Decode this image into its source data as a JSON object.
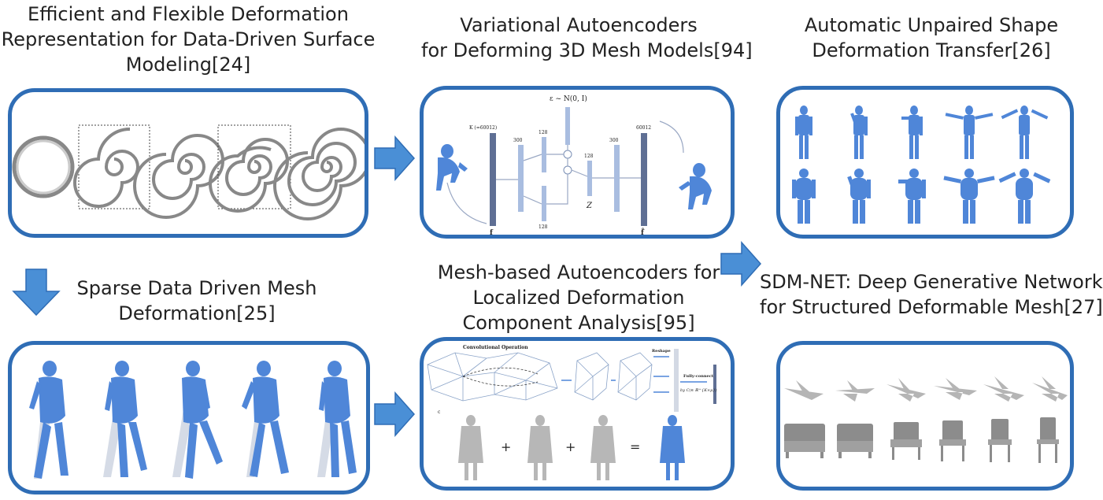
{
  "diagram": {
    "colors": {
      "panel_border": "#2f6db5",
      "arrow_fill": "#4a8fd6",
      "arrow_stroke": "#2f6db5",
      "mesh_blue": "#4f86d8"
    },
    "panels": {
      "deformation_representation": {
        "title_lines": [
          "Efficient and Flexible Deformation",
          "Representation for Data-Driven Surface",
          "Modeling[24]"
        ]
      },
      "variational_autoencoders": {
        "title_lines": [
          "Variational Autoencoders",
          "for Deforming 3D Mesh Models[94]"
        ],
        "figure_labels": {
          "epsilon": "ε ~ N(0, I)",
          "k_label": "K (=60012)",
          "n300a": "300",
          "n128a": "128",
          "n128b": "128",
          "n128c": "128",
          "n300b": "300",
          "n60012": "60012",
          "z": "Z",
          "f_in": "f",
          "f_out": "f̂"
        }
      },
      "unpaired_transfer": {
        "title_lines": [
          "Automatic Unpaired Shape",
          "Deformation Transfer[26]"
        ]
      },
      "sparse_data_driven": {
        "title_lines": [
          "Sparse Data Driven Mesh",
          "Deformation[25]"
        ]
      },
      "mesh_autoencoders": {
        "title_lines": [
          "Mesh-based Autoencoders for",
          "Localized Deformation",
          "Component Analysis[95]"
        ],
        "figure_labels": {
          "conv": "Convolutional Operation",
          "reshape": "Reshape",
          "fully": "Fully-connect",
          "by": "by C(∈ ℝ^{K×μ})",
          "c": "c",
          "plus1": "+",
          "plus2": "+",
          "equals": "="
        }
      },
      "sdm_net": {
        "title_lines": [
          "SDM-NET: Deep Generative Network",
          "for Structured Deformable Mesh[27]"
        ]
      }
    }
  }
}
